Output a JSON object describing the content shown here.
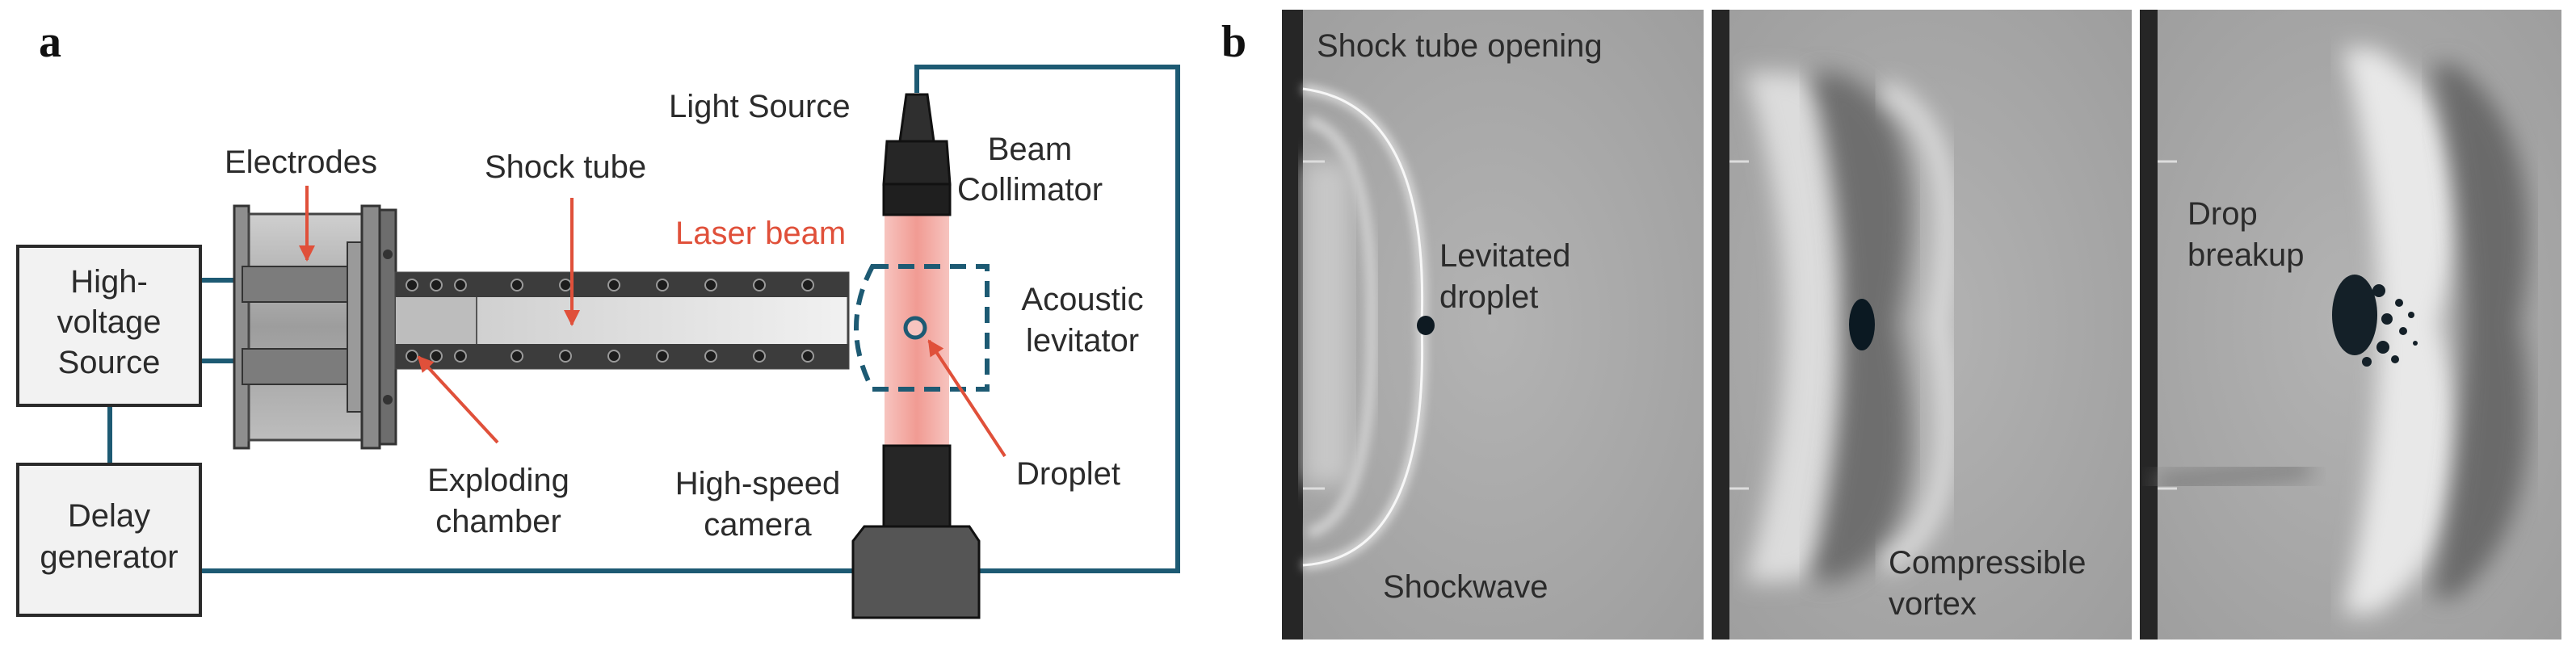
{
  "panel_a": {
    "letter": "a",
    "high_voltage_source": [
      "High-",
      "voltage",
      "Source"
    ],
    "delay_generator": [
      "Delay",
      "generator"
    ],
    "electrodes": "Electrodes",
    "shock_tube": "Shock tube",
    "exploding_chamber": [
      "Exploding",
      "chamber"
    ],
    "light_source": "Light Source",
    "beam_collimator": [
      "Beam",
      "Collimator"
    ],
    "laser_beam": "Laser beam",
    "acoustic_levitator": [
      "Acoustic",
      "levitator"
    ],
    "droplet": "Droplet",
    "high_speed_camera": [
      "High-speed",
      "camera"
    ]
  },
  "panel_b": {
    "letter": "b",
    "frame1": {
      "top_label": "Shock tube opening",
      "droplet_label": [
        "Levitated",
        "droplet"
      ],
      "bottom_label": "Shockwave"
    },
    "frame2": {
      "bottom_label": [
        "Compressible",
        "vortex"
      ]
    },
    "frame3": {
      "label": [
        "Drop",
        "breakup"
      ]
    }
  },
  "colors": {
    "wire": "#1d5a73",
    "accent_red": "#e0503a",
    "laser_pink": "#f4a9a3",
    "frame_gray": "#a9a9a9"
  }
}
